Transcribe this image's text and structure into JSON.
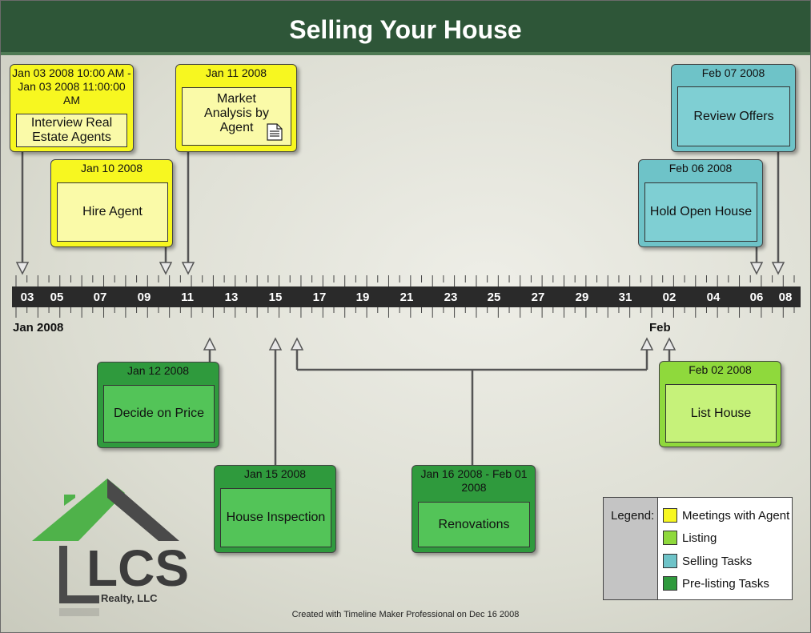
{
  "title": "Selling Your House",
  "events": {
    "interview": {
      "date": "Jan 03 2008 10:00 AM - Jan 03 2008 11:00:00 AM",
      "label": "Interview Real Estate Agents"
    },
    "hire": {
      "date": "Jan 10 2008",
      "label": "Hire Agent"
    },
    "market": {
      "date": "Jan 11 2008",
      "label": "Market Analysis by Agent"
    },
    "review": {
      "date": "Feb 07 2008",
      "label": "Review Offers"
    },
    "open_house": {
      "date": "Feb 06 2008",
      "label": "Hold Open House"
    },
    "price": {
      "date": "Jan 12 2008",
      "label": "Decide on Price"
    },
    "inspection": {
      "date": "Jan 15 2008",
      "label": "House Inspection"
    },
    "renovations": {
      "date": "Jan 16 2008 - Feb 01 2008",
      "label": "Renovations"
    },
    "list_house": {
      "date": "Feb 02 2008",
      "label": "List House"
    }
  },
  "axis": {
    "ticks": [
      "03",
      "05",
      "07",
      "09",
      "11",
      "13",
      "15",
      "17",
      "19",
      "21",
      "23",
      "25",
      "27",
      "29",
      "31",
      "02",
      "04",
      "06",
      "08"
    ],
    "month_start": "Jan 2008",
    "month_feb": "Feb"
  },
  "legend": {
    "title": "Legend:",
    "items": [
      {
        "label": "Meetings with Agent",
        "color": "#f7f720"
      },
      {
        "label": "Listing",
        "color": "#8fd93c"
      },
      {
        "label": "Selling Tasks",
        "color": "#6ec3c8"
      },
      {
        "label": "Pre-listing Tasks",
        "color": "#2f9a3d"
      }
    ]
  },
  "logo": {
    "letters": "LCS",
    "company": "Realty, LLC"
  },
  "footer": "Created with Timeline Maker Professional on Dec 16 2008",
  "colors": {
    "header": "#2e5638",
    "axis": "#2a2a2a"
  }
}
